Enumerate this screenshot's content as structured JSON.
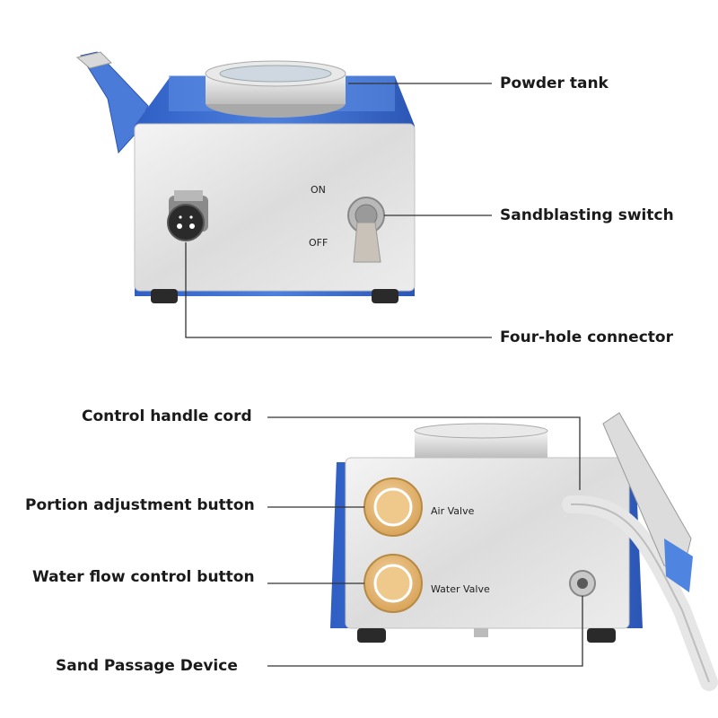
{
  "top_device": {
    "switch_on_label": "ON",
    "switch_off_label": "OFF"
  },
  "bottom_device": {
    "air_valve_label": "Air Valve",
    "water_valve_label": "Water Valve"
  },
  "callouts": {
    "powder_tank": "Powder tank",
    "sandblasting_switch": "Sandblasting switch",
    "four_hole_connector": "Four-hole connector",
    "control_handle_cord": "Control handle cord",
    "portion_adjustment_button": "Portion adjustment button",
    "water_flow_control_button": "Water flow control button",
    "sand_passage_device": "Sand Passage Device"
  },
  "colors": {
    "device_blue": "#3f6fcf",
    "panel_silver": "#e4e4e4",
    "knob_gold": "#e6b872",
    "leader_line": "#333333"
  }
}
